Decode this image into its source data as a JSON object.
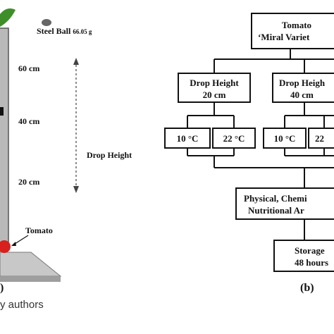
{
  "panel_a": {
    "steel_ball_label": "Steel Ball",
    "steel_ball_mass": "66.05 g",
    "height_60": "60 cm",
    "height_40": "40 cm",
    "height_20": "20 cm",
    "drop_height_label": "Drop Height",
    "tomato_label": "Tomato",
    "panel_letter": ")"
  },
  "panel_b": {
    "top_box_line1": "Tomato",
    "top_box_line2": "‘Miral Variet",
    "drop_20_line1": "Drop Height",
    "drop_20_line2": "20 cm",
    "drop_40_line1": "Drop Heigh",
    "drop_40_line2": "40 cm",
    "temp_10_a": "10 °C",
    "temp_22_a": "22 °C",
    "temp_10_b": "10 °C",
    "temp_22_b": "22",
    "analysis_line1": "Physical, Chemi",
    "analysis_line2": "Nutritional Ar",
    "storage_line1": "Storage",
    "storage_line2": "48 hours",
    "panel_letter": "(b)"
  },
  "caption": "y authors"
}
